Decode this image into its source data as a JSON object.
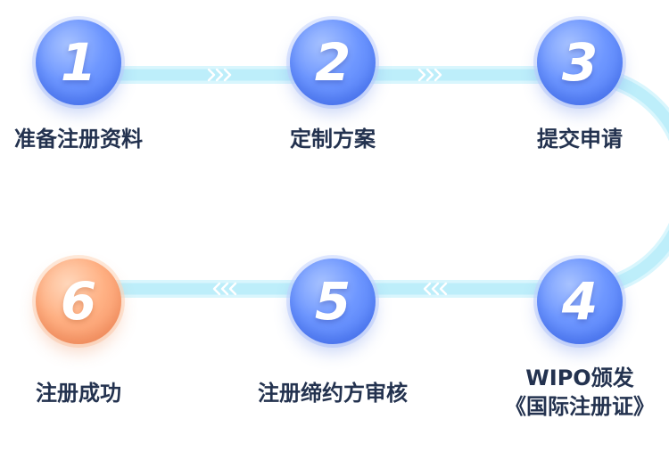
{
  "colors": {
    "connector": "#bdeefa",
    "connector_edge": "#d9f6fd",
    "chevron": "#ffffff",
    "circle_blue": "#5a86f8",
    "circle_orange": "#f7a277",
    "label": "#23324f"
  },
  "steps": [
    {
      "number": "1",
      "label": "准备注册资料",
      "color": "blue"
    },
    {
      "number": "2",
      "label": "定制方案",
      "color": "blue"
    },
    {
      "number": "3",
      "label": "提交申请",
      "color": "blue"
    },
    {
      "number": "4",
      "label_line1": "WIPO颁发",
      "label_line2": "《国际注册证》",
      "color": "blue"
    },
    {
      "number": "5",
      "label": "注册缔约方审核",
      "color": "blue"
    },
    {
      "number": "6",
      "label": "注册成功",
      "color": "orange"
    }
  ],
  "icons": {
    "forward_arrows": "chevron-right-triple-icon",
    "down_arrows": "chevron-down-triple-icon",
    "back_arrows": "chevron-left-triple-icon"
  }
}
